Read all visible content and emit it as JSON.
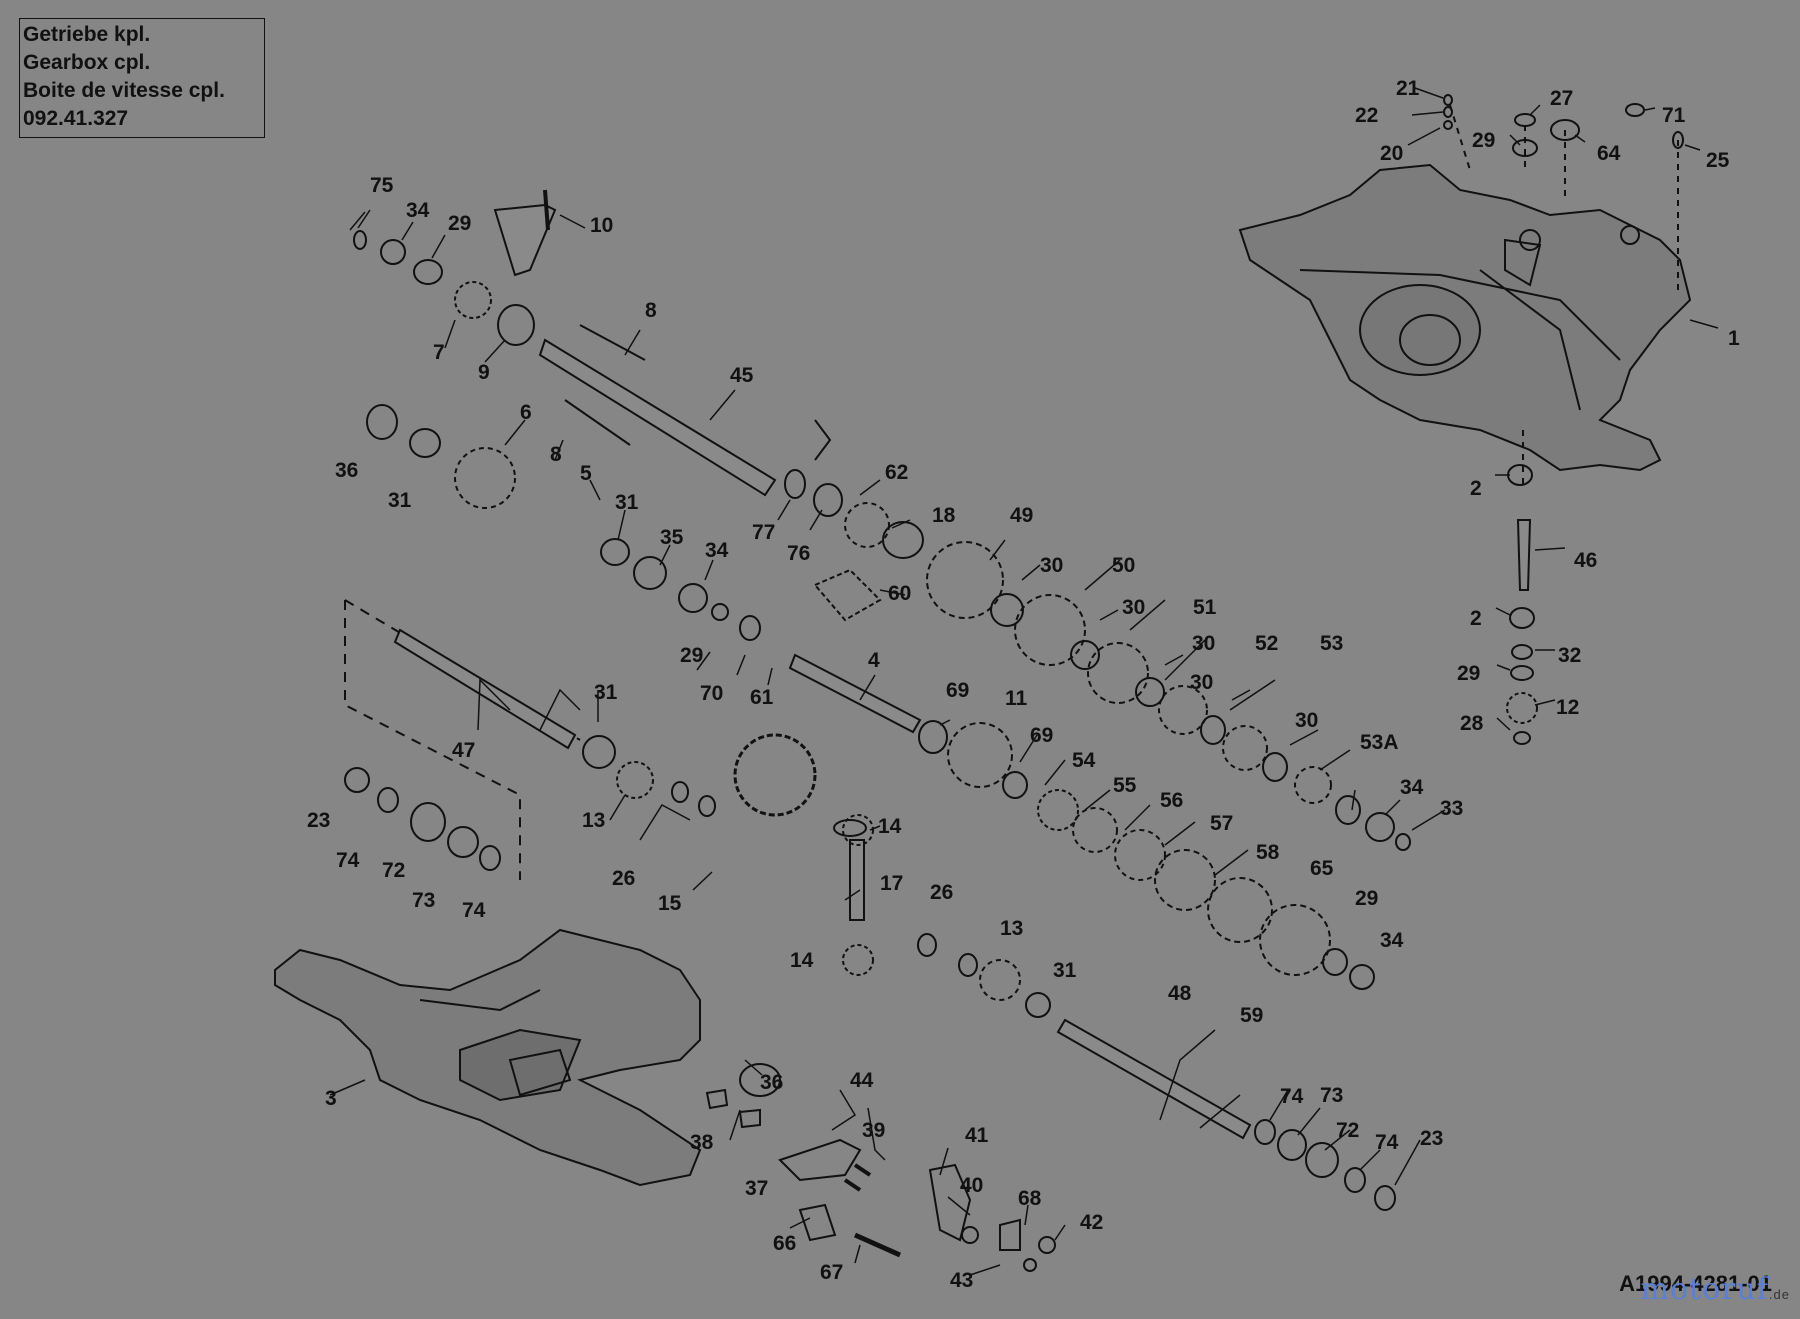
{
  "title_block": {
    "line_de": "Getriebe kpl.",
    "line_en": "Gearbox cpl.",
    "line_fr": "Boite de vitesse cpl.",
    "part_number": "092.41.327"
  },
  "drawing_id": "A1994-4281-01",
  "watermark": {
    "main": "motoruf",
    "tld": ".de"
  },
  "colors": {
    "background": "#868686",
    "ink": "#111111",
    "watermark": "#5a7fd6"
  },
  "part_labels": [
    "75",
    "34",
    "29",
    "10",
    "7",
    "9",
    "8",
    "45",
    "36",
    "31",
    "6",
    "8",
    "5",
    "31",
    "35",
    "34",
    "77",
    "76",
    "62",
    "18",
    "49",
    "30",
    "50",
    "30",
    "51",
    "30",
    "52",
    "30",
    "53",
    "30",
    "53A",
    "60",
    "29",
    "70",
    "61",
    "4",
    "69",
    "11",
    "69",
    "47",
    "31",
    "23",
    "74",
    "72",
    "73",
    "74",
    "13",
    "26",
    "15",
    "54",
    "55",
    "56",
    "57",
    "58",
    "59",
    "14",
    "17",
    "26",
    "14",
    "13",
    "31",
    "29",
    "34",
    "48",
    "3",
    "36",
    "38",
    "37",
    "44",
    "39",
    "41",
    "40",
    "68",
    "42",
    "66",
    "67",
    "43",
    "74",
    "73",
    "72",
    "74",
    "23",
    "65",
    "34",
    "33",
    "21",
    "22",
    "20",
    "27",
    "29",
    "64",
    "71",
    "25",
    "1",
    "2",
    "46",
    "2",
    "32",
    "29",
    "12",
    "28"
  ]
}
